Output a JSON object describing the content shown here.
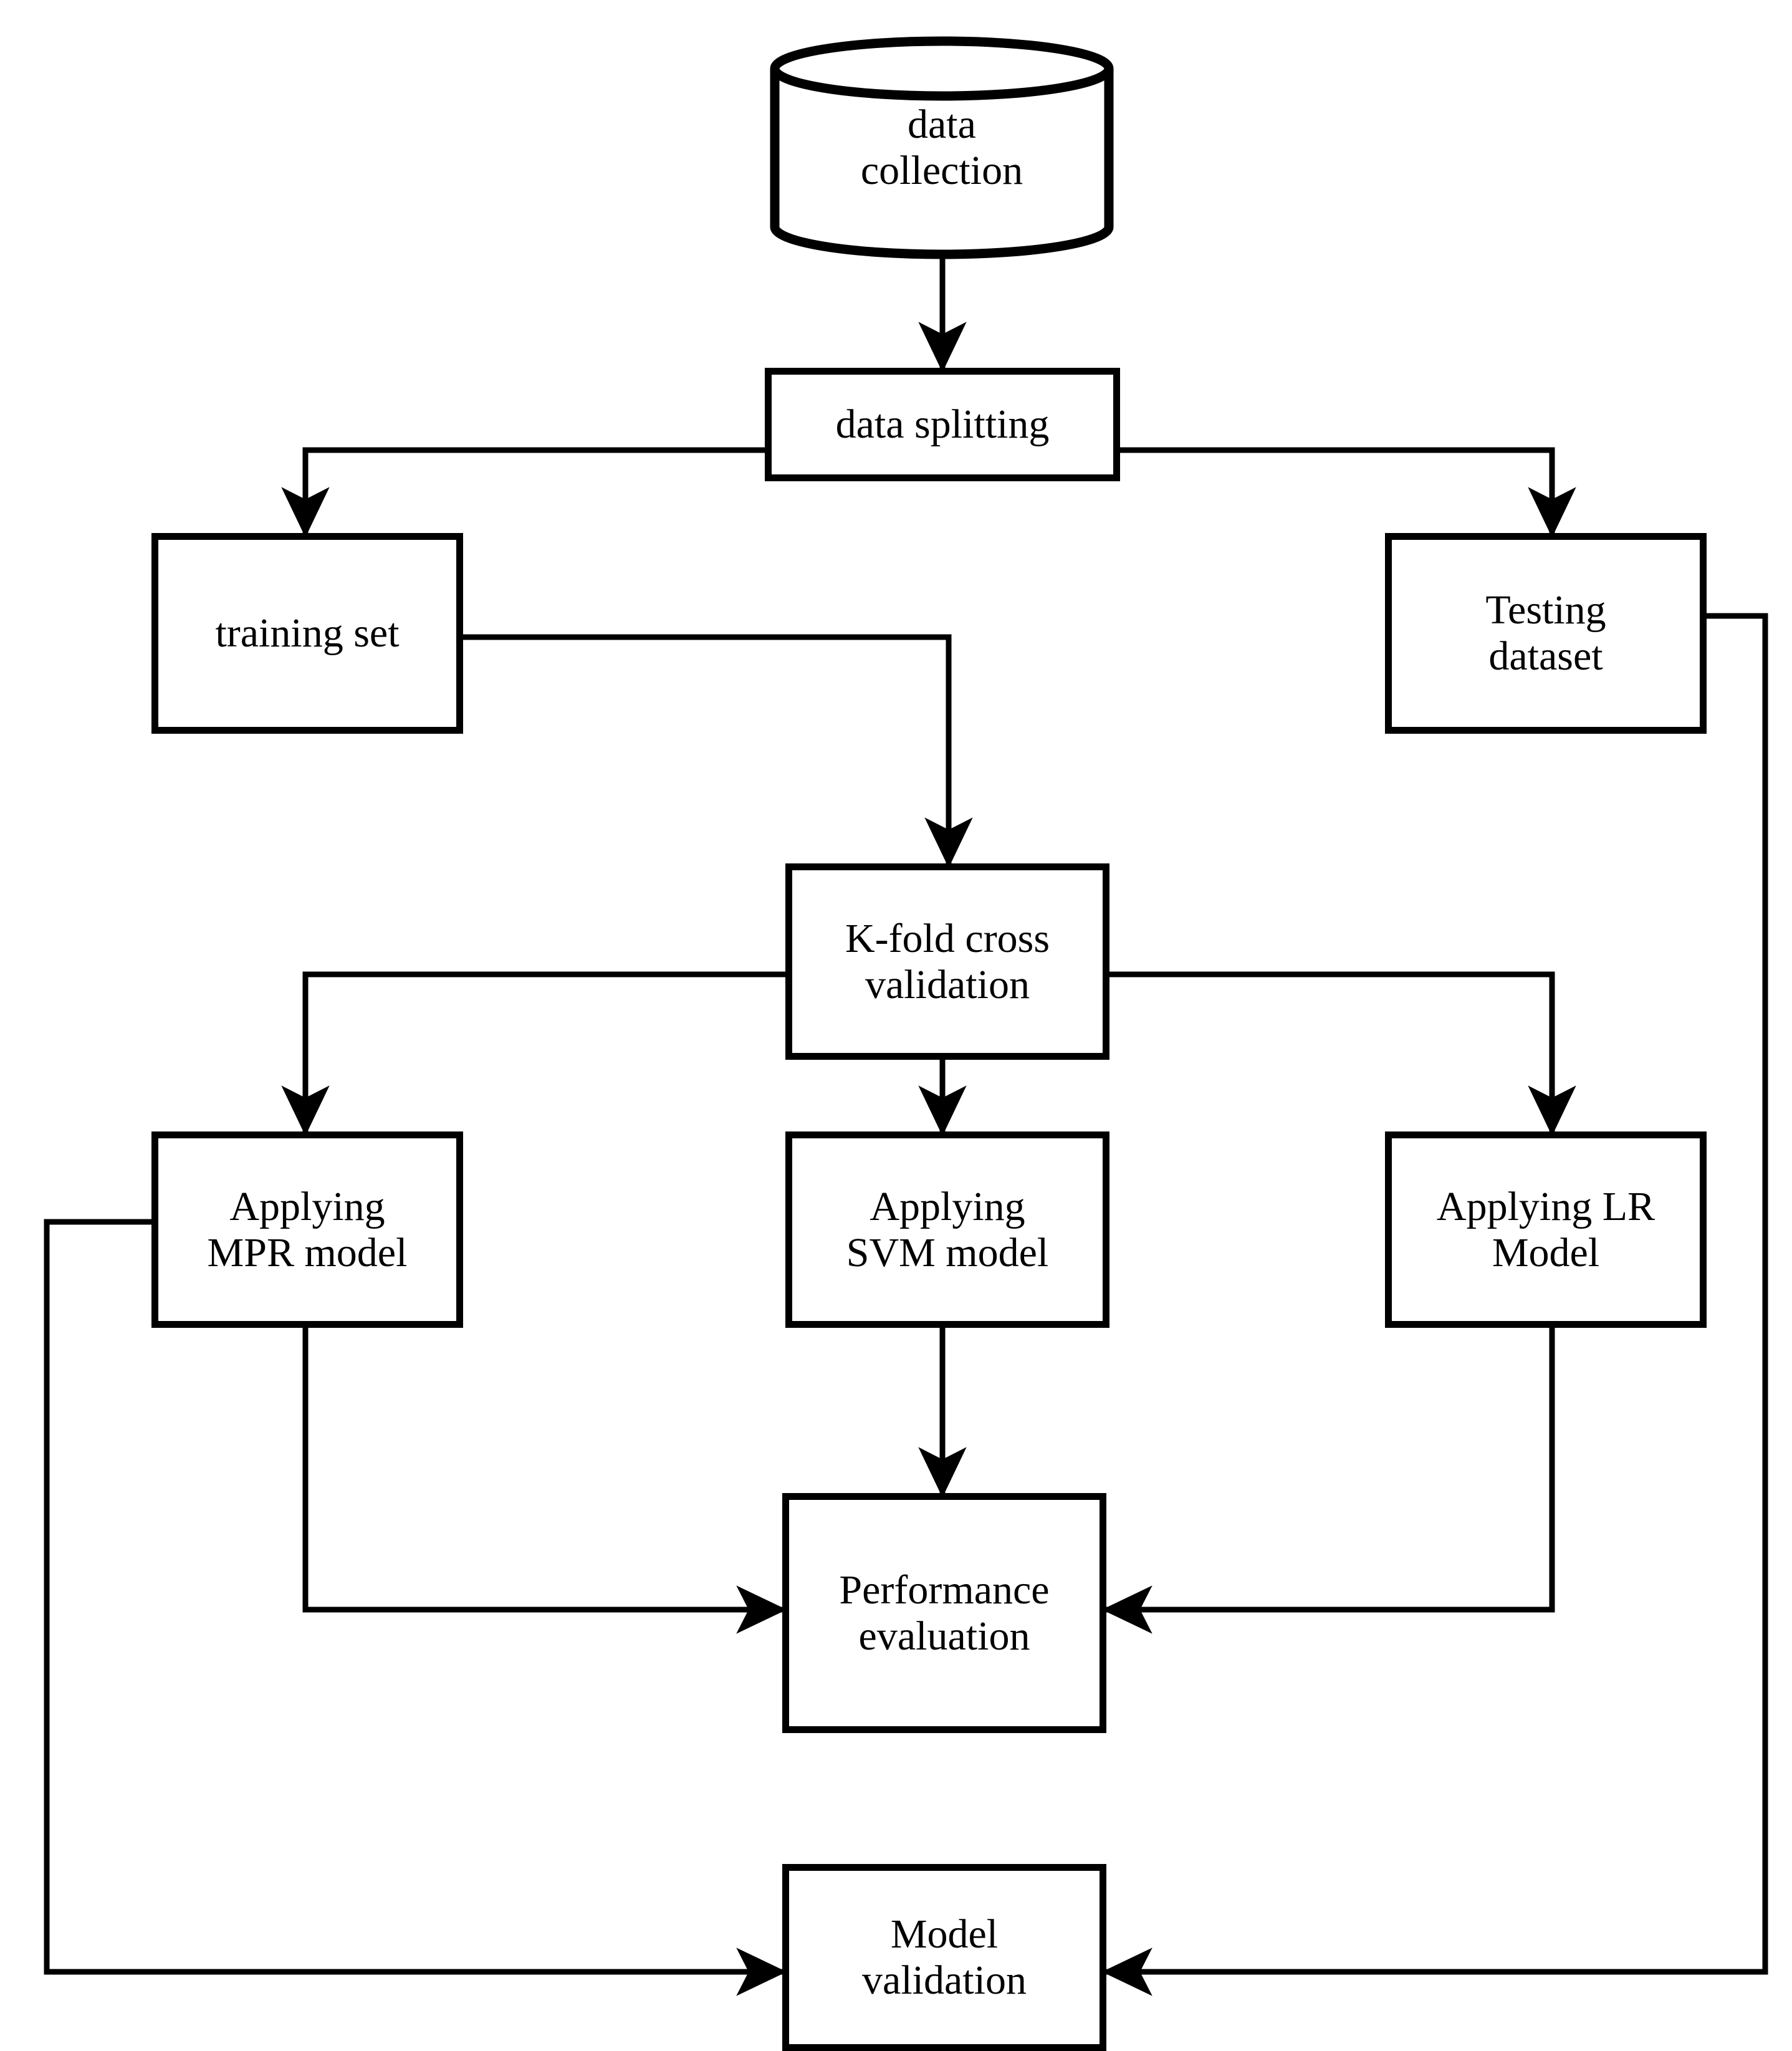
{
  "diagram": {
    "title": "Machine learning model development workflow flowchart",
    "background_color": "#ffffff",
    "stroke_color": "#000000",
    "nodes": [
      {
        "id": "data-collection",
        "shape": "cylinder",
        "label": "data\ncollection"
      },
      {
        "id": "data-splitting",
        "shape": "rectangle",
        "label": "data splitting"
      },
      {
        "id": "training-set",
        "shape": "rectangle",
        "label": "training set"
      },
      {
        "id": "testing-dataset",
        "shape": "rectangle",
        "label": "Testing\ndataset"
      },
      {
        "id": "kfold-cross-validation",
        "shape": "rectangle",
        "label": "K-fold cross\nvalidation"
      },
      {
        "id": "applying-mpr-model",
        "shape": "rectangle",
        "label": "Applying\nMPR model"
      },
      {
        "id": "applying-svm-model",
        "shape": "rectangle",
        "label": "Applying\nSVM model"
      },
      {
        "id": "applying-lr-model",
        "shape": "rectangle",
        "label": "Applying LR\nModel"
      },
      {
        "id": "performance-evaluation",
        "shape": "rectangle",
        "label": "Performance\nevaluation"
      },
      {
        "id": "model-validation",
        "shape": "rectangle",
        "label": "Model\nvalidation"
      }
    ],
    "edges": [
      {
        "from": "data-collection",
        "to": "data-splitting",
        "arrow": true
      },
      {
        "from": "data-splitting",
        "to": "training-set",
        "arrow": true
      },
      {
        "from": "data-splitting",
        "to": "testing-dataset",
        "arrow": true
      },
      {
        "from": "training-set",
        "to": "kfold-cross-validation",
        "arrow": true
      },
      {
        "from": "kfold-cross-validation",
        "to": "applying-mpr-model",
        "arrow": true
      },
      {
        "from": "kfold-cross-validation",
        "to": "applying-svm-model",
        "arrow": true
      },
      {
        "from": "kfold-cross-validation",
        "to": "applying-lr-model",
        "arrow": true
      },
      {
        "from": "applying-mpr-model",
        "to": "performance-evaluation",
        "arrow": true
      },
      {
        "from": "applying-svm-model",
        "to": "performance-evaluation",
        "arrow": true
      },
      {
        "from": "applying-lr-model",
        "to": "performance-evaluation",
        "arrow": true
      },
      {
        "from": "applying-mpr-model",
        "to": "model-validation",
        "arrow": true
      },
      {
        "from": "testing-dataset",
        "to": "model-validation",
        "arrow": true
      }
    ]
  }
}
